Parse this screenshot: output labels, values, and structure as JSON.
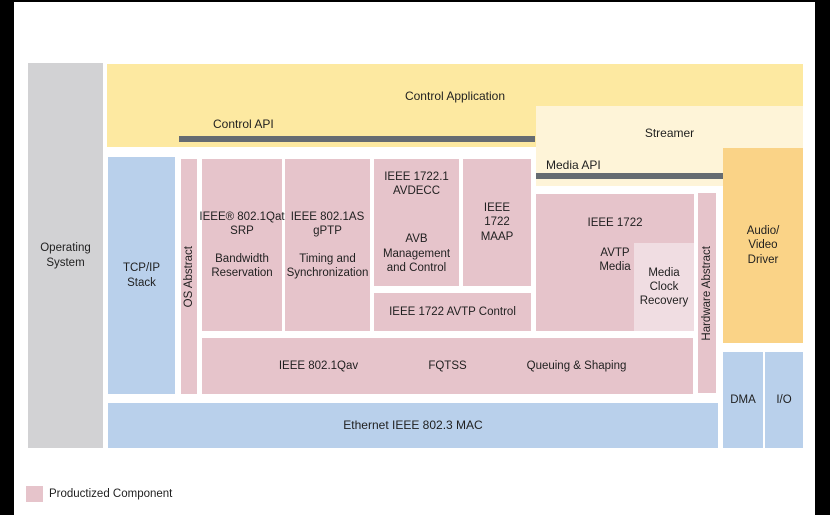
{
  "colors": {
    "productized_pink": "#e6c4cb",
    "productized_pink_light": "#f0dde2",
    "os_gray": "#d2d2d4",
    "network_blue": "#b9d0eb",
    "application_yellow": "#fde9a1",
    "streamer_cream": "#fef4d8",
    "driver_orange": "#fad387",
    "api_bar_gray": "#656b71",
    "frame_black": "#000000"
  },
  "layers": {
    "control_application": "Control Application",
    "control_api": "Control API",
    "streamer": "Streamer",
    "media_api": "Media API"
  },
  "blocks": {
    "operating_system": [
      "Operating",
      "System"
    ],
    "tcpip_stack": [
      "TCP/IP",
      "Stack"
    ],
    "os_abstract": "OS Abstract",
    "srp": {
      "title": [
        "IEEE® 802.1Qat",
        "SRP"
      ],
      "subtitle": [
        "Bandwidth",
        "Reservation"
      ]
    },
    "gptp": {
      "title": [
        "IEEE 802.1AS",
        "gPTP"
      ],
      "subtitle": [
        "Timing and",
        "Synchronization"
      ]
    },
    "avdecc": {
      "title": [
        "IEEE 1722.1",
        "AVDECC"
      ],
      "subtitle": [
        "AVB",
        "Management",
        "and Control"
      ]
    },
    "maap": [
      "IEEE",
      "1722",
      "MAAP"
    ],
    "avtp_control": "IEEE 1722 AVTP Control",
    "avtp_media": {
      "title": "IEEE 1722",
      "subtitle": [
        "AVTP",
        "Media"
      ]
    },
    "media_clock_recovery": [
      "Media",
      "Clock",
      "Recovery"
    ],
    "hardware_abstract": "Hardware Abstract",
    "audio_video_driver": [
      "Audio/",
      "Video",
      "Driver"
    ],
    "qav_row": [
      "IEEE 802.1Qav",
      "FQTSS",
      "Queuing & Shaping"
    ],
    "ethernet_mac": "Ethernet IEEE 802.3 MAC",
    "dma": "DMA",
    "io": "I/O"
  },
  "legend": {
    "productized": "Productized Component"
  }
}
